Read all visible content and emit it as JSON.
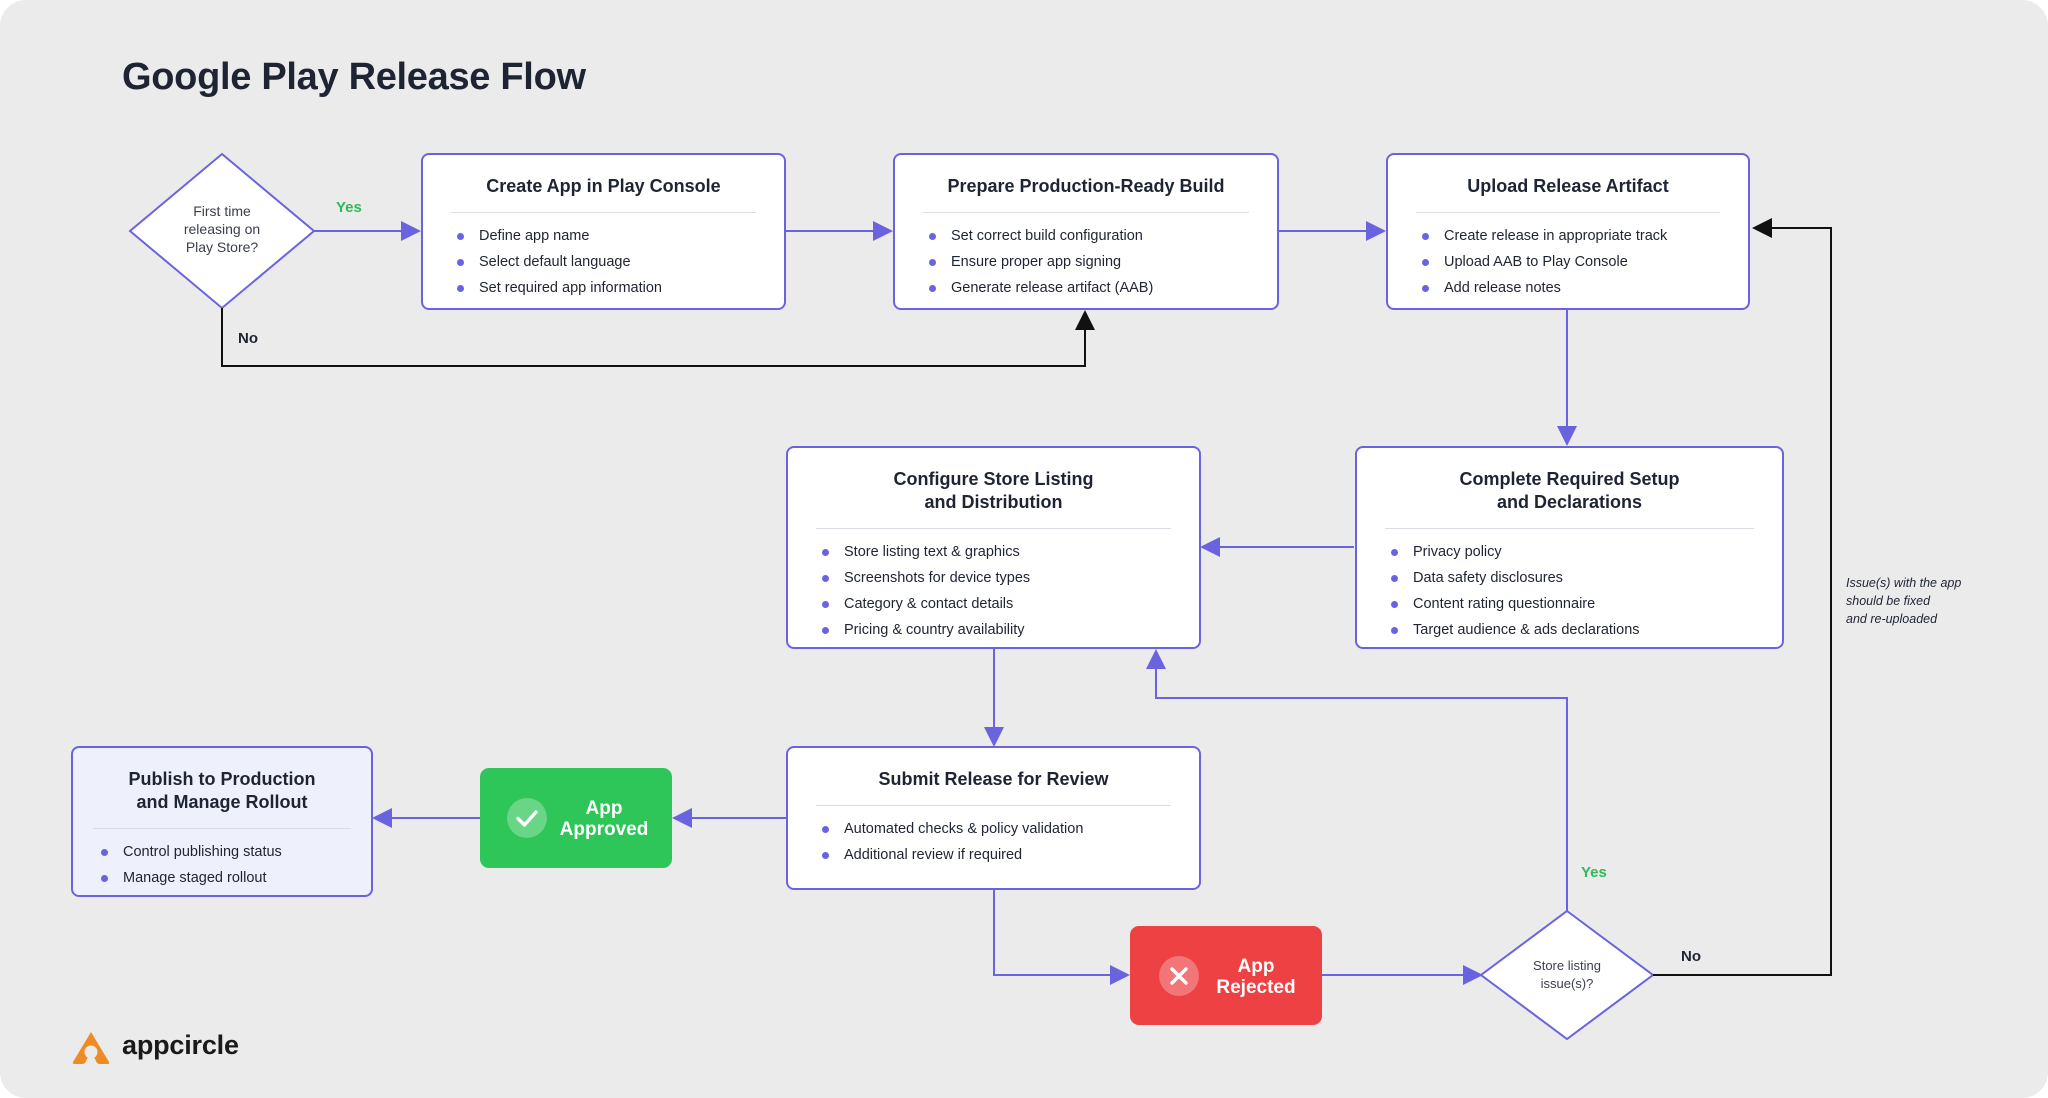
{
  "title": "Google Play Release Flow",
  "decision_first_time": {
    "lines": [
      "First time",
      "releasing on",
      "Play Store?"
    ],
    "yes": "Yes",
    "no": "No"
  },
  "boxes": {
    "create_app": {
      "title": "Create App in Play Console",
      "items": [
        "Define app name",
        "Select default language",
        "Set required app information"
      ]
    },
    "prepare_build": {
      "title": "Prepare Production-Ready Build",
      "items": [
        "Set correct build configuration",
        "Ensure proper app signing",
        "Generate release artifact (AAB)"
      ]
    },
    "upload_artifact": {
      "title": "Upload Release Artifact",
      "items": [
        "Create release in appropriate track",
        "Upload AAB to Play Console",
        "Add release notes"
      ]
    },
    "complete_setup": {
      "title_lines": [
        "Complete Required Setup",
        "and Declarations"
      ],
      "items": [
        "Privacy policy",
        "Data safety disclosures",
        "Content rating questionnaire",
        "Target audience & ads declarations"
      ]
    },
    "configure_listing": {
      "title_lines": [
        "Configure Store Listing",
        "and Distribution"
      ],
      "items": [
        "Store listing text & graphics",
        "Screenshots for device types",
        "Category & contact details",
        "Pricing & country availability"
      ]
    },
    "submit_review": {
      "title": "Submit Release for Review",
      "items": [
        "Automated checks & policy validation",
        "Additional review if required"
      ]
    },
    "publish": {
      "title_lines": [
        "Publish to Production",
        "and Manage Rollout"
      ],
      "items": [
        "Control publishing status",
        "Manage staged rollout"
      ]
    }
  },
  "status": {
    "approved": {
      "lines": [
        "App",
        "Approved"
      ],
      "color": "#2ec559"
    },
    "rejected": {
      "lines": [
        "App",
        "Rejected"
      ],
      "color": "#ee4144"
    }
  },
  "decision_listing": {
    "lines": [
      "Store listing",
      "issue(s)?"
    ],
    "yes": "Yes",
    "no": "No"
  },
  "note": [
    "Issue(s) with the app",
    "should be fixed",
    "and re-uploaded"
  ],
  "brand": {
    "name": "appcircle"
  },
  "colors": {
    "accent": "#6a63e0",
    "background": "#ebebec",
    "yes": "#2fba57",
    "approved": "#2ec559",
    "rejected": "#ee4144"
  }
}
